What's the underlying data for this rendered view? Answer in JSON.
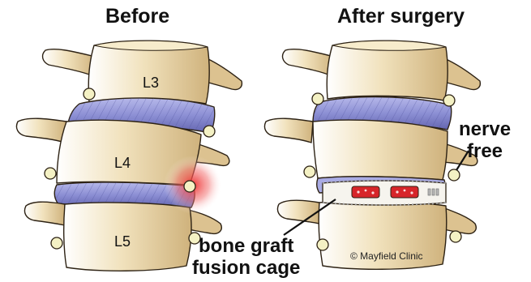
{
  "before": {
    "title": "Before",
    "vertebrae": [
      "L3",
      "L4",
      "L5"
    ]
  },
  "after": {
    "title": "After surgery",
    "nerve_label": [
      "nerve",
      "free"
    ],
    "implant_label": [
      "bone graft",
      "fusion cage"
    ]
  },
  "copyright": "© Mayfield Clinic",
  "colors": {
    "bone": "#efdcb0",
    "bone_shade": "#d9be86",
    "disc": "#8c8fd4",
    "disc_dark": "#5b5ea8",
    "nerve": "#f4f1c4",
    "inflammation": "#ee2d2d",
    "cage_window": "#d7262a"
  }
}
